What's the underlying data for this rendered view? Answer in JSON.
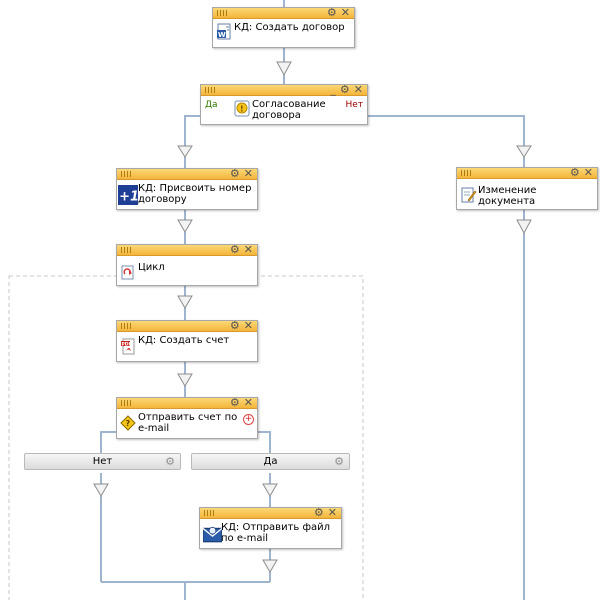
{
  "activities": {
    "create_contract": "КД: Создать договор",
    "approval": "Согласование договора",
    "approval_yes": "Да",
    "approval_no": "Нет",
    "assign_number": "КД: Присвоить номер договору",
    "doc_change": "Изменение документа",
    "loop": "Цикл",
    "create_invoice": "КД: Создать счет",
    "send_invoice_q": "Отправить счет по e-mail",
    "branch_no": "Нет",
    "branch_yes": "Да",
    "send_file": "КД: Отправить файл по e-mail"
  },
  "icons": {
    "gear": "gear-icon",
    "close": "close-icon",
    "minimize": "minimize-icon",
    "add": "add-branch-icon"
  },
  "colors": {
    "header_top": "#fbd877",
    "header_bottom": "#f4b53a",
    "connector": "#9fb4cf",
    "loop_border": "#c8c8c8",
    "yes_label": "#2c7a00",
    "no_label": "#a00000"
  }
}
